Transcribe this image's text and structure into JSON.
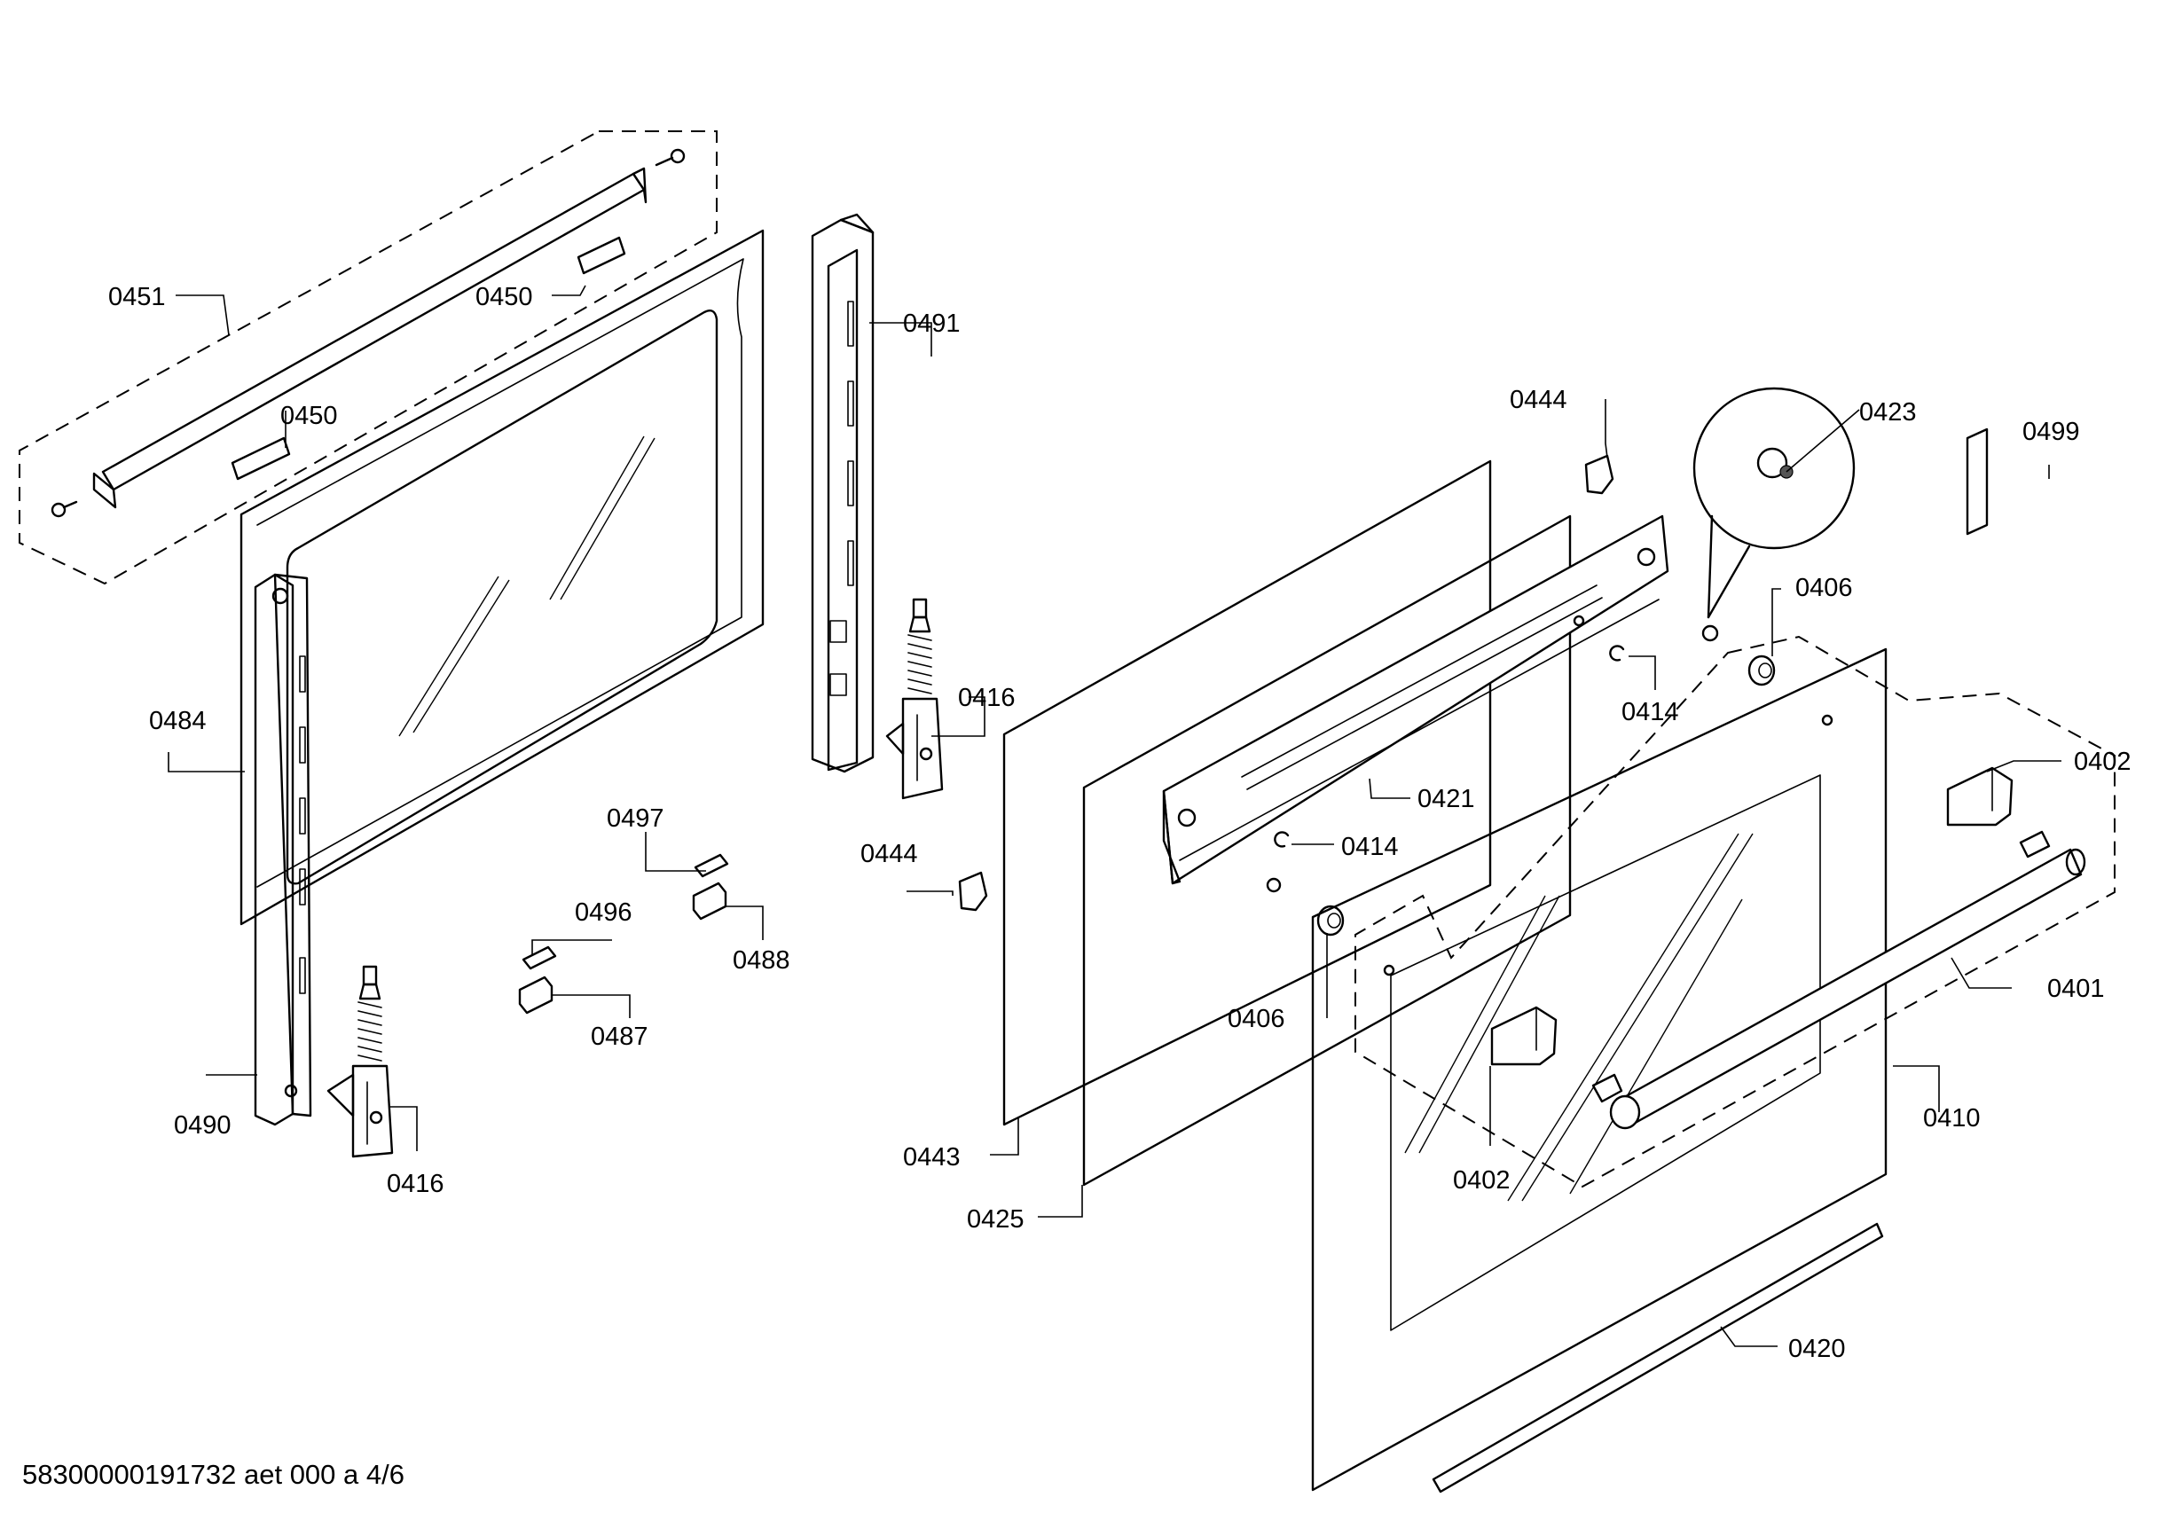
{
  "callouts": {
    "c0451": "0451",
    "c0450a": "0450",
    "c0450b": "0450",
    "c0491": "0491",
    "c0484": "0484",
    "c0416a": "0416",
    "c0416b": "0416",
    "c0497": "0497",
    "c0496": "0496",
    "c0488": "0488",
    "c0487": "0487",
    "c0490": "0490",
    "c0444a": "0444",
    "c0444b": "0444",
    "c0423": "0423",
    "c0499": "0499",
    "c0406a": "0406",
    "c0406b": "0406",
    "c0414a": "0414",
    "c0414b": "0414",
    "c0421": "0421",
    "c0402a": "0402",
    "c0402b": "0402",
    "c0401": "0401",
    "c0410": "0410",
    "c0443": "0443",
    "c0425": "0425",
    "c0420": "0420"
  },
  "footer": {
    "document_id": "58300000191732 aet 000 a 4/6"
  }
}
